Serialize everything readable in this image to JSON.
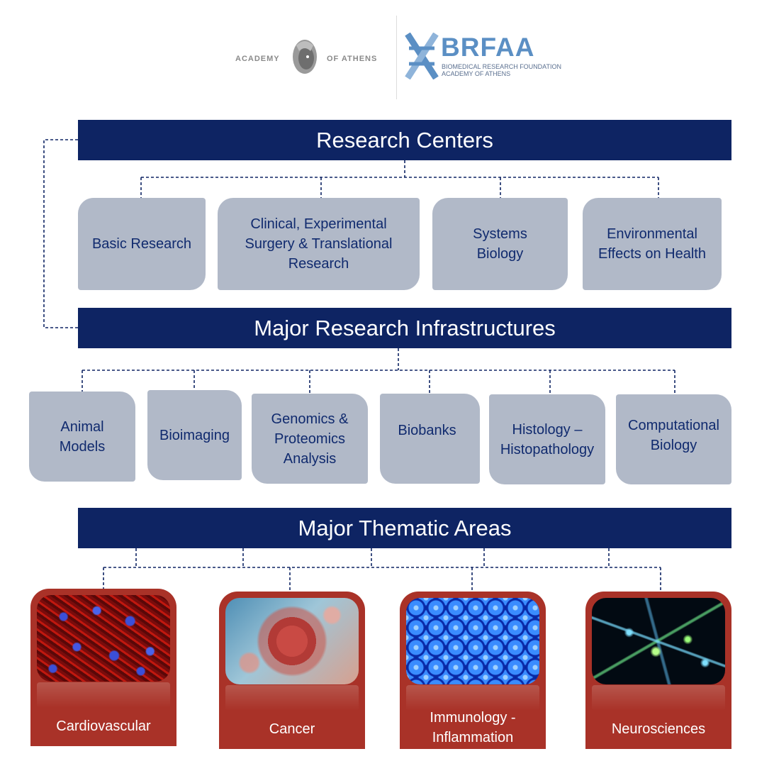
{
  "logos": {
    "academy_left": "ACADEMY",
    "academy_right": "OF ATHENS",
    "brfaa_title": "BRFAA",
    "brfaa_line1": "BIOMEDICAL RESEARCH FOUNDATION",
    "brfaa_line2": "ACADEMY OF ATHENS"
  },
  "research_centers": {
    "title": "Research Centers",
    "items": [
      "Basic Research",
      "Clinical, Experimental Surgery & Translational Research",
      "Systems Biology",
      "Environmental Effects on Health"
    ]
  },
  "infrastructures": {
    "title": "Major Research Infrastructures",
    "items": [
      "Animal Models",
      "Bioimaging",
      "Genomics & Proteomics Analysis",
      "Biobanks",
      "Histology – Histopathology",
      "Computational Biology"
    ]
  },
  "thematic": {
    "title": "Major Thematic Areas",
    "items": [
      "Cardiovascular",
      "Cancer",
      "Immunology - Inflammation",
      "Neurosciences"
    ]
  },
  "colors": {
    "navy_bar": "#0e2463",
    "box_grey": "#b1b9c8",
    "box_text": "#102a6e",
    "theme_red": "#a93228",
    "brfaa_blue": "#5b8fc4"
  }
}
